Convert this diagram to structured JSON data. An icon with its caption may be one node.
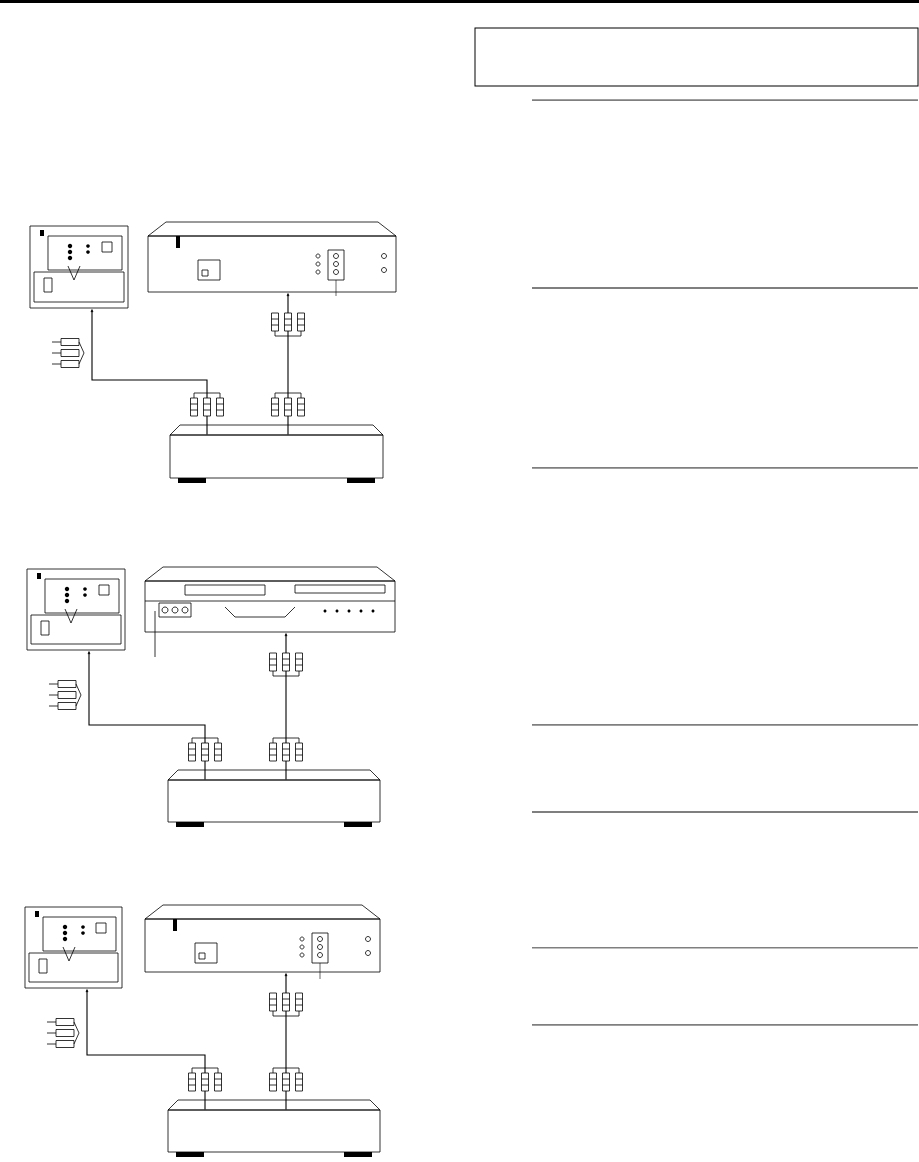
{
  "diagram": {
    "nodes": [
      {
        "text": [],
        "shape": "picture"
      },
      {
        "text": [],
        "shape": "picture"
      },
      {
        "text": [],
        "shape": "box"
      },
      {
        "text": [],
        "shape": "picture"
      },
      {
        "text": [],
        "shape": "picture"
      },
      {
        "text": [],
        "shape": "box"
      },
      {
        "text": [],
        "shape": "picture"
      },
      {
        "text": [],
        "shape": "picture"
      },
      {
        "text": [],
        "shape": "box"
      }
    ],
    "edges": [
      {
        "from": 2,
        "to": 0,
        "arrow": "to"
      },
      {
        "from": 2,
        "to": 1,
        "arrow": "to"
      },
      {
        "from": 5,
        "to": 3,
        "arrow": "to"
      },
      {
        "from": 5,
        "to": 4,
        "arrow": "to"
      },
      {
        "from": 8,
        "to": 6,
        "arrow": "to"
      },
      {
        "from": 8,
        "to": 7,
        "arrow": "to"
      }
    ]
  }
}
